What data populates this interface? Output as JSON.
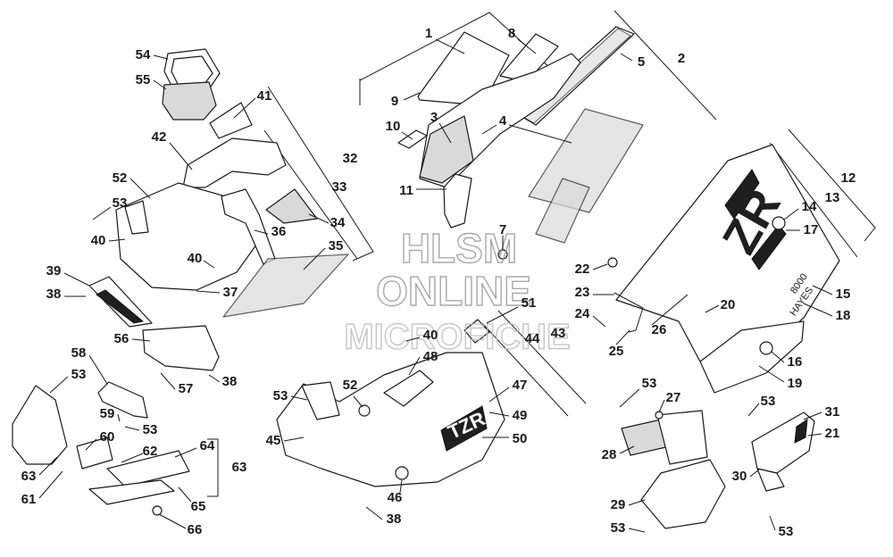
{
  "watermark": {
    "line1": "HLSM",
    "line2": "ONLINE",
    "line3": "MICROFICHE"
  },
  "decals": {
    "hood_right": "ZR",
    "hood_small": "8000",
    "hood_brand": "HAYES",
    "belly_left": "TZR"
  },
  "callouts": [
    {
      "n": "1"
    },
    {
      "n": "2"
    },
    {
      "n": "3"
    },
    {
      "n": "4"
    },
    {
      "n": "5"
    },
    {
      "n": "7"
    },
    {
      "n": "8"
    },
    {
      "n": "9"
    },
    {
      "n": "10"
    },
    {
      "n": "11"
    },
    {
      "n": "12"
    },
    {
      "n": "13"
    },
    {
      "n": "14"
    },
    {
      "n": "15"
    },
    {
      "n": "16"
    },
    {
      "n": "17"
    },
    {
      "n": "18"
    },
    {
      "n": "19"
    },
    {
      "n": "20"
    },
    {
      "n": "21"
    },
    {
      "n": "22"
    },
    {
      "n": "23"
    },
    {
      "n": "24"
    },
    {
      "n": "25"
    },
    {
      "n": "26"
    },
    {
      "n": "27"
    },
    {
      "n": "28"
    },
    {
      "n": "29"
    },
    {
      "n": "30"
    },
    {
      "n": "31"
    },
    {
      "n": "32"
    },
    {
      "n": "33"
    },
    {
      "n": "34"
    },
    {
      "n": "35"
    },
    {
      "n": "36"
    },
    {
      "n": "37"
    },
    {
      "n": "38"
    },
    {
      "n": "38"
    },
    {
      "n": "38"
    },
    {
      "n": "39"
    },
    {
      "n": "40"
    },
    {
      "n": "40"
    },
    {
      "n": "40"
    },
    {
      "n": "41"
    },
    {
      "n": "42"
    },
    {
      "n": "43"
    },
    {
      "n": "44"
    },
    {
      "n": "45"
    },
    {
      "n": "46"
    },
    {
      "n": "47"
    },
    {
      "n": "48"
    },
    {
      "n": "49"
    },
    {
      "n": "50"
    },
    {
      "n": "51"
    },
    {
      "n": "52"
    },
    {
      "n": "52"
    },
    {
      "n": "53"
    },
    {
      "n": "53"
    },
    {
      "n": "53"
    },
    {
      "n": "53"
    },
    {
      "n": "53"
    },
    {
      "n": "53"
    },
    {
      "n": "53"
    },
    {
      "n": "53"
    },
    {
      "n": "54"
    },
    {
      "n": "55"
    },
    {
      "n": "56"
    },
    {
      "n": "57"
    },
    {
      "n": "58"
    },
    {
      "n": "59"
    },
    {
      "n": "60"
    },
    {
      "n": "61"
    },
    {
      "n": "62"
    },
    {
      "n": "63"
    },
    {
      "n": "63"
    },
    {
      "n": "64"
    },
    {
      "n": "65"
    },
    {
      "n": "66"
    }
  ]
}
